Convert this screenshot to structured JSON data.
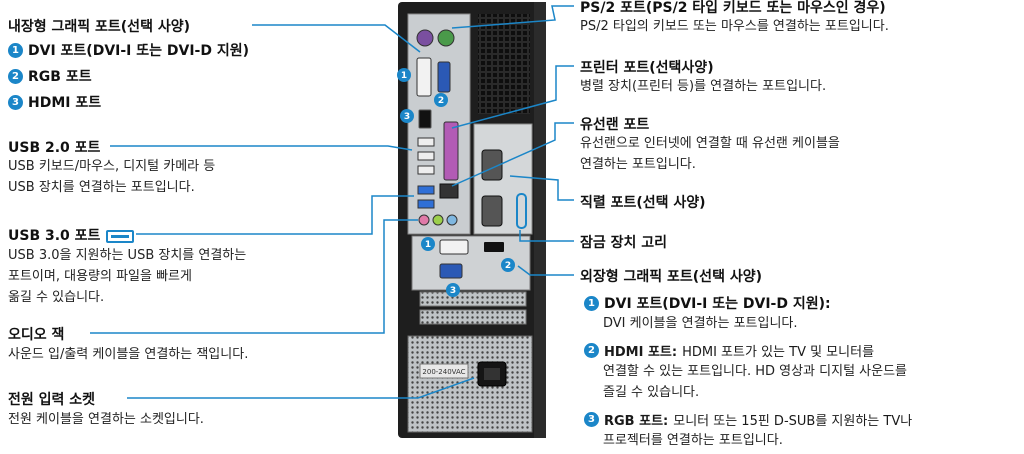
{
  "left": {
    "internal_graphics": {
      "title": "내장형 그래픽 포트(선택 사양)",
      "items": [
        {
          "num": "1",
          "label": "DVI 포트(DVI-I 또는 DVI-D 지원)"
        },
        {
          "num": "2",
          "label": "RGB 포트"
        },
        {
          "num": "3",
          "label": "HDMI 포트"
        }
      ]
    },
    "usb2": {
      "title": "USB 2.0 포트",
      "desc": [
        "USB 키보드/마우스, 디지털 카메라 등",
        "USB 장치를 연결하는 포트입니다."
      ]
    },
    "usb3": {
      "title": "USB 3.0 포트",
      "desc": [
        "USB 3.0을 지원하는 USB 장치를 연결하는",
        "포트이며, 대용량의 파일을 빠르게",
        "옮길 수 있습니다."
      ]
    },
    "audio": {
      "title": "오디오 잭",
      "desc": [
        "사운드 입/출력 케이블을 연결하는 잭입니다."
      ]
    },
    "power": {
      "title": "전원 입력 소켓",
      "desc": [
        "전원 케이블을 연결하는 소켓입니다."
      ]
    }
  },
  "right": {
    "ps2": {
      "title": "PS/2 포트(PS/2 타입 키보드 또는 마우스인 경우)",
      "desc": [
        "PS/2 타입의 키보드 또는 마우스를 연결하는 포트입니다."
      ]
    },
    "printer": {
      "title": "프린터 포트(선택사양)",
      "desc": [
        "병렬 장치(프린터 등)를 연결하는 포트입니다."
      ]
    },
    "lan": {
      "title": "유선랜 포트",
      "desc": [
        "유선랜으로 인터넷에 연결할 때 유선랜 케이블을",
        "연결하는 포트입니다."
      ]
    },
    "serial": {
      "title": "직렬 포트(선택 사양)"
    },
    "lock": {
      "title": "잠금 장치 고리"
    },
    "external_graphics": {
      "title": "외장형 그래픽 포트(선택 사양)",
      "items": [
        {
          "num": "1",
          "label": "DVI 포트(DVI-I 또는 DVI-D 지원):",
          "desc": [
            "DVI 케이블을 연결하는 포트입니다."
          ]
        },
        {
          "num": "2",
          "label": "HDMI 포트:",
          "desc": [
            "HDMI 포트가 있는 TV 및 모니터를",
            "연결할 수 있는 포트입니다. HD 영상과 디지털 사운드를",
            "즐길 수 있습니다."
          ]
        },
        {
          "num": "3",
          "label": "RGB 포트:",
          "desc": [
            "모니터 또는 15핀 D-SUB를 지원하는 TV나",
            "프로젝터를 연결하는 포트입니다."
          ]
        }
      ]
    }
  },
  "diagram": {
    "power_rating": "200-240VAC"
  },
  "colors": {
    "accent": "#1b86c8",
    "case": "#222222"
  }
}
